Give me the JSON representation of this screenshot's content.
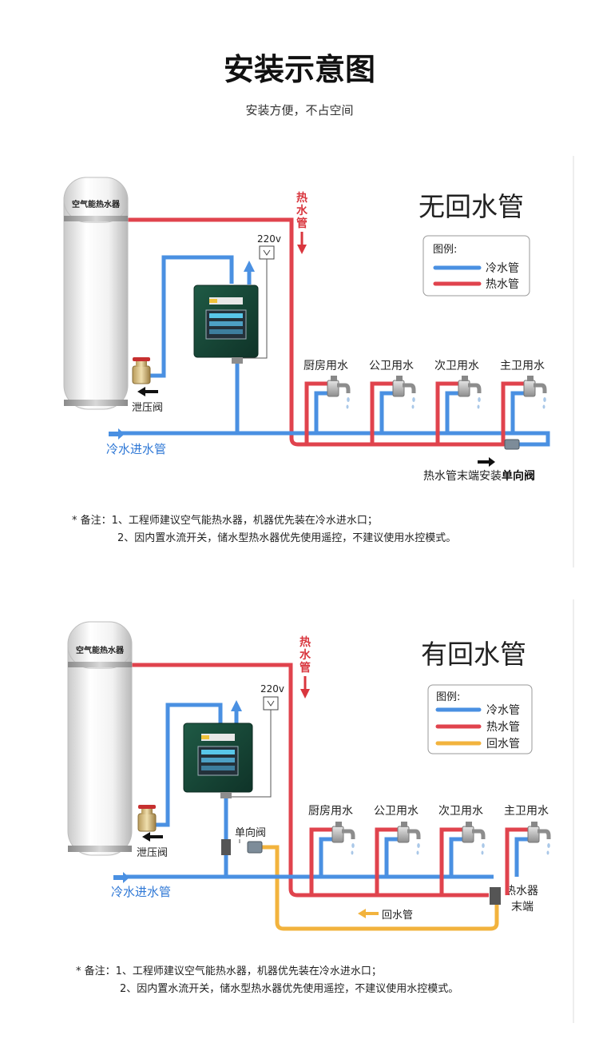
{
  "header": {
    "title": "安装示意图",
    "subtitle": "安装方便，不占空间"
  },
  "colors": {
    "cold": "#4a90e2",
    "hot": "#e0434d",
    "return": "#f2b33d",
    "arrow_red": "#d9363e",
    "text_blue": "#2f78d6"
  },
  "diagram1": {
    "title": "无回水管",
    "tank_label": "空气能热水器",
    "hot_label": "热水管",
    "power_label": "220v",
    "relief_label": "泄压阀",
    "cold_inlet_label": "冷水进水管",
    "taps": [
      "厨房用水",
      "公卫用水",
      "次卫用水",
      "主卫用水"
    ],
    "legend_title": "图例:",
    "legend": [
      {
        "label": "冷水管",
        "color": "#4a90e2"
      },
      {
        "label": "热水管",
        "color": "#e0434d"
      }
    ],
    "end_note_prefix": "热水管末端安装",
    "end_note_bold": "单向阀",
    "notes": [
      "* 备注：1、工程师建议空气能热水器，机器优先装在冷水进水口；",
      "2、因内置水流开关，储水型热水器优先使用遥控，不建议使用水控模式。"
    ]
  },
  "diagram2": {
    "title": "有回水管",
    "tank_label": "空气能热水器",
    "hot_label": "热水管",
    "power_label": "220v",
    "relief_label": "泄压阀",
    "check_valve_label": "单向阀",
    "cold_inlet_label": "冷水进水管",
    "return_label": "回水管",
    "end_label_1": "热水器",
    "end_label_2": "末端",
    "taps": [
      "厨房用水",
      "公卫用水",
      "次卫用水",
      "主卫用水"
    ],
    "legend_title": "图例:",
    "legend": [
      {
        "label": "冷水管",
        "color": "#4a90e2"
      },
      {
        "label": "热水管",
        "color": "#e0434d"
      },
      {
        "label": "回水管",
        "color": "#f2b33d"
      }
    ],
    "notes": [
      "* 备注：1、工程师建议空气能热水器，机器优先装在冷水进水口；",
      "2、因内置水流开关，储水型热水器优先使用遥控，不建议使用水控模式。"
    ]
  }
}
